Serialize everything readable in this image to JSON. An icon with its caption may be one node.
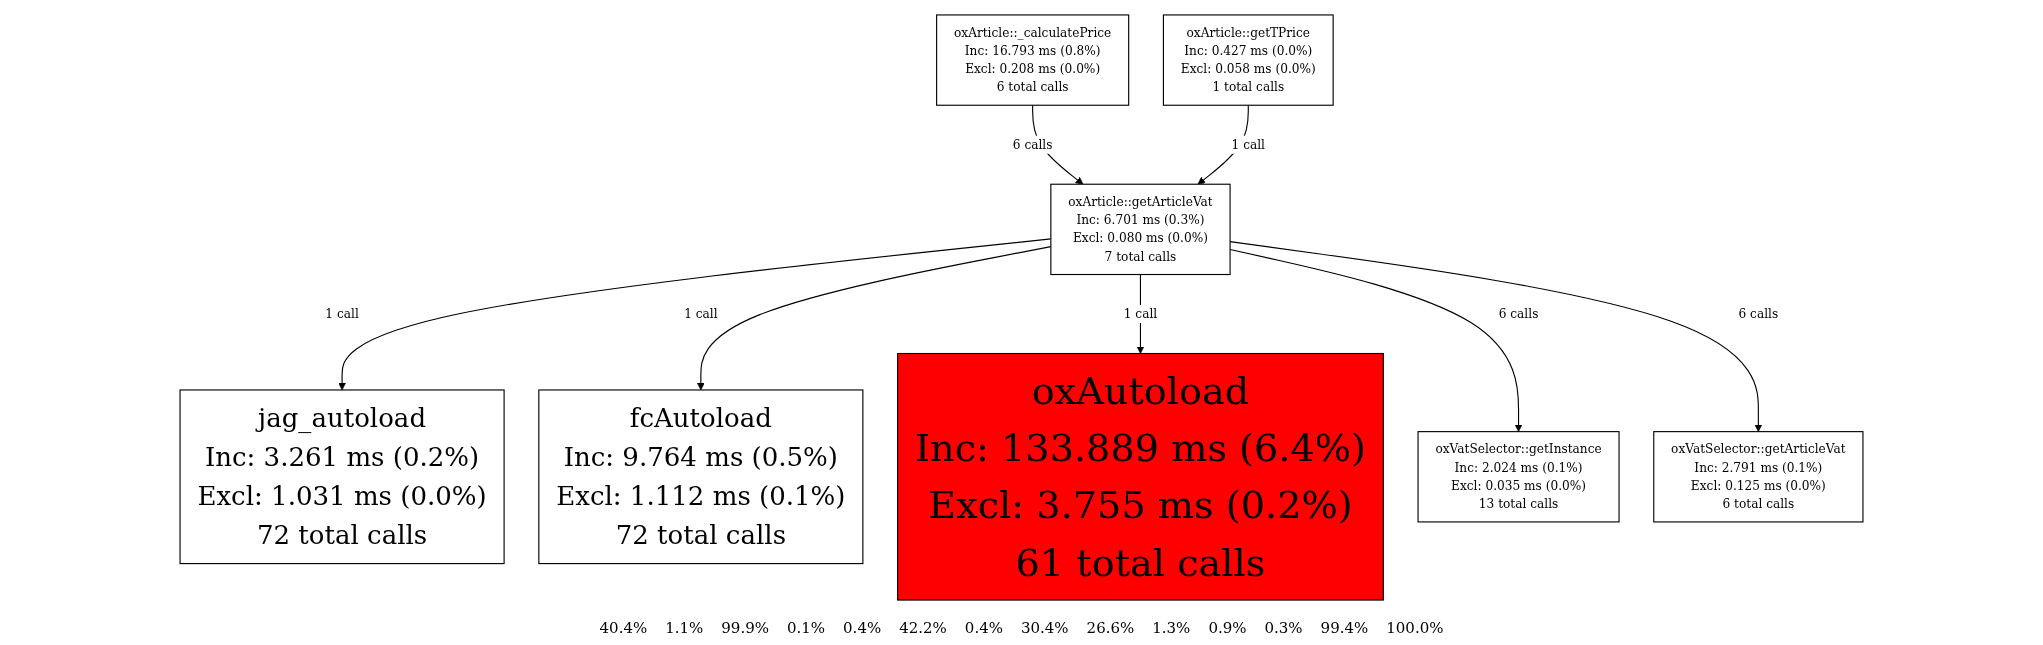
{
  "diagram": {
    "nodes": [
      {
        "text": [
          "oxArticle::_calculatePrice",
          "Inc: 16.793 ms (0.8%)",
          "Excl: 0.208 ms (0.0%)",
          "6 total calls"
        ]
      },
      {
        "text": [
          "oxArticle::getTPrice",
          "Inc: 0.427 ms (0.0%)",
          "Excl: 0.058 ms (0.0%)",
          "1 total calls"
        ]
      },
      {
        "text": [
          "oxArticle::getArticleVat",
          "Inc: 6.701 ms (0.3%)",
          "Excl: 0.080 ms (0.0%)",
          "7 total calls"
        ]
      },
      {
        "text": [
          "jag_autoload",
          "Inc: 3.261 ms (0.2%)",
          "Excl: 1.031 ms (0.0%)",
          "72 total calls"
        ]
      },
      {
        "text": [
          "fcAutoload",
          "Inc: 9.764 ms (0.5%)",
          "Excl: 1.112 ms (0.1%)",
          "72 total calls"
        ]
      },
      {
        "text": [
          "oxAutoload",
          "Inc: 133.889 ms (6.4%)",
          "Excl: 3.755 ms (0.2%)",
          "61 total calls"
        ]
      },
      {
        "text": [
          "oxVatSelector::getInstance",
          "Inc: 2.024 ms (0.1%)",
          "Excl: 0.035 ms (0.0%)",
          "13 total calls"
        ]
      },
      {
        "text": [
          "oxVatSelector::getArticleVat",
          "Inc: 2.791 ms (0.1%)",
          "Excl: 0.125 ms (0.0%)",
          "6 total calls"
        ]
      }
    ],
    "edges": [
      {
        "from": 0,
        "to": 2,
        "arrow": "to",
        "label": "6 calls"
      },
      {
        "from": 1,
        "to": 2,
        "arrow": "to",
        "label": "1 call"
      },
      {
        "from": 2,
        "to": 3,
        "arrow": "to",
        "label": "1 call"
      },
      {
        "from": 2,
        "to": 4,
        "arrow": "to",
        "label": "1 call"
      },
      {
        "from": 2,
        "to": 5,
        "arrow": "to",
        "label": "1 call"
      },
      {
        "from": 2,
        "to": 6,
        "arrow": "to",
        "label": "6 calls"
      },
      {
        "from": 2,
        "to": 7,
        "arrow": "to",
        "label": "6 calls"
      }
    ],
    "labels": [
      "40.4%",
      "1.1%",
      "99.9%",
      "0.1%",
      "0.4%",
      "42.2%",
      "0.4%",
      "30.4%",
      "26.6%",
      "1.3%",
      "0.9%",
      "0.3%",
      "99.4%",
      "100.0%"
    ]
  }
}
